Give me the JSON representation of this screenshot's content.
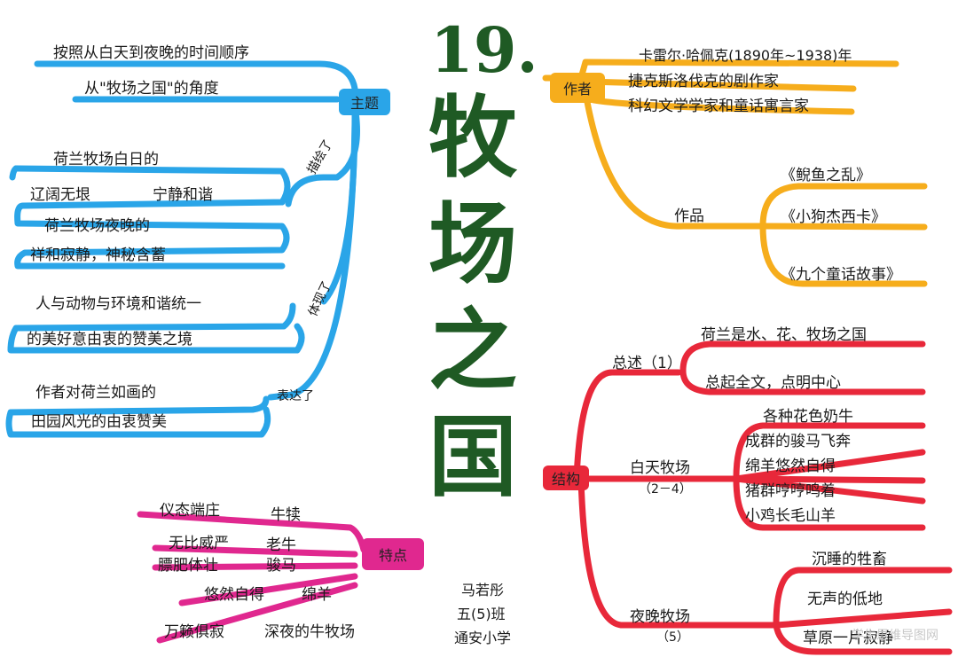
{
  "title": {
    "number": "19.",
    "chars": [
      "牧",
      "场",
      "之",
      "国"
    ]
  },
  "author_credit": {
    "name": "马若彤",
    "class": "五(5)班",
    "school": "通安小学"
  },
  "watermark": "学生思维导图网",
  "colors": {
    "theme_blue": "#2aa5e8",
    "author_orange": "#f6ad1c",
    "structure_red": "#e8283a",
    "feature_pink": "#e0288f",
    "title_green": "#1f5a24"
  },
  "theme": {
    "label": "主题",
    "top": [
      "按照从白天到夜晚的时间顺序",
      "从\"牧场之国\"的角度"
    ],
    "subs": [
      {
        "label": "描绘了",
        "items": [
          "荷兰牧场白日的",
          "辽阔无垠",
          "宁静和谐",
          "荷兰牧场夜晚的",
          "祥和寂静，神秘含蓄"
        ]
      },
      {
        "label": "体现了",
        "items": [
          "人与动物与环境和谐统一",
          "的美好意由衷的赞美之境"
        ]
      },
      {
        "label": "表达了",
        "items": [
          "作者对荷兰如画的",
          "田园风光的由衷赞美"
        ]
      }
    ]
  },
  "author": {
    "label": "作者",
    "items": [
      "卡雷尔·哈佩克(1890年~1938)年",
      "捷克斯洛伐克的剧作家",
      "科幻文学学家和童话寓言家"
    ],
    "works": {
      "label": "作品",
      "items": [
        "《鲵鱼之乱》",
        "《小狗杰西卡》",
        "《九个童话故事》"
      ]
    }
  },
  "structure": {
    "label": "结构",
    "overview": {
      "label": "总述（1）",
      "items": [
        "荷兰是水、花、牧场之国",
        "总起全文，点明中心"
      ]
    },
    "day": {
      "label": "白天牧场",
      "range": "（2－4）",
      "items": [
        "各种花色奶牛",
        "成群的骏马飞奔",
        "绵羊悠然自得",
        "猪群哼哼鸣着",
        "小鸡长毛山羊"
      ]
    },
    "night": {
      "label": "夜晚牧场",
      "range": "（5）",
      "items": [
        "沉睡的牲畜",
        "无声的低地",
        "草原一片寂静"
      ]
    }
  },
  "features": {
    "label": "特点",
    "rows": [
      {
        "left": "仪态端庄",
        "right": "牛犊"
      },
      {
        "left": "无比威严",
        "right": "老牛"
      },
      {
        "left": "膘肥体壮",
        "right": "骏马"
      },
      {
        "left": "悠然自得",
        "right": "绵羊"
      },
      {
        "left": "万籁俱寂",
        "right": "深夜的牛牧场"
      }
    ]
  }
}
